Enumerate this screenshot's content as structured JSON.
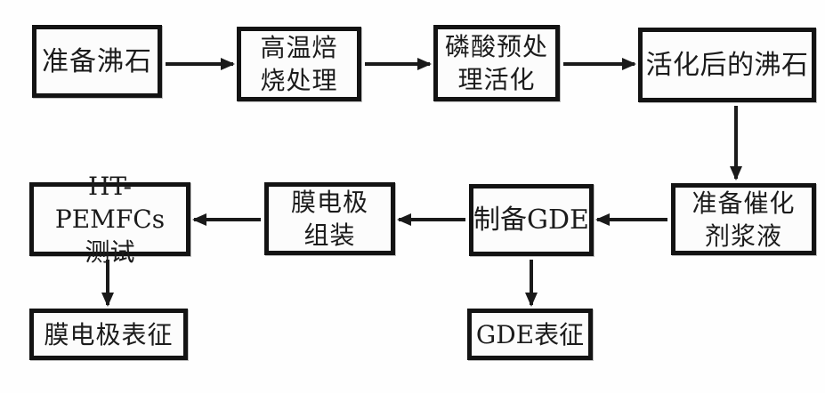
{
  "colors": {
    "background": "#fefefe",
    "box_border": "#131313",
    "box_fill": "#fcfcfc",
    "arrow": "#1a1a1a",
    "text": "#1b1b1b"
  },
  "nodes": [
    {
      "id": "prepare-zeolite",
      "label": "准备沸石"
    },
    {
      "id": "calcination-treatment",
      "label": "高温焙\n烧处理"
    },
    {
      "id": "acid-pretreat-activate",
      "label": "磷酸预处\n理活化"
    },
    {
      "id": "activated-zeolite",
      "label": "活化后的沸石"
    },
    {
      "id": "ht-pemfcs-test",
      "label": "HT-PEMFCs\n测试"
    },
    {
      "id": "mea-assembly",
      "label": "膜电极\n组装"
    },
    {
      "id": "prepare-gde",
      "label": "制备GDE"
    },
    {
      "id": "catalyst-slurry",
      "label": "准备催化\n剂浆液"
    },
    {
      "id": "mea-characterization",
      "label": "膜电极表征"
    },
    {
      "id": "gde-characterization",
      "label": "GDE表征"
    }
  ],
  "edges": [
    {
      "from": "prepare-zeolite",
      "to": "calcination-treatment",
      "direction": "right"
    },
    {
      "from": "calcination-treatment",
      "to": "acid-pretreat-activate",
      "direction": "right"
    },
    {
      "from": "acid-pretreat-activate",
      "to": "activated-zeolite",
      "direction": "right"
    },
    {
      "from": "activated-zeolite",
      "to": "catalyst-slurry",
      "direction": "down"
    },
    {
      "from": "catalyst-slurry",
      "to": "prepare-gde",
      "direction": "left"
    },
    {
      "from": "prepare-gde",
      "to": "mea-assembly",
      "direction": "left"
    },
    {
      "from": "mea-assembly",
      "to": "ht-pemfcs-test",
      "direction": "left"
    },
    {
      "from": "ht-pemfcs-test",
      "to": "mea-characterization",
      "direction": "down"
    },
    {
      "from": "prepare-gde",
      "to": "gde-characterization",
      "direction": "down"
    }
  ]
}
